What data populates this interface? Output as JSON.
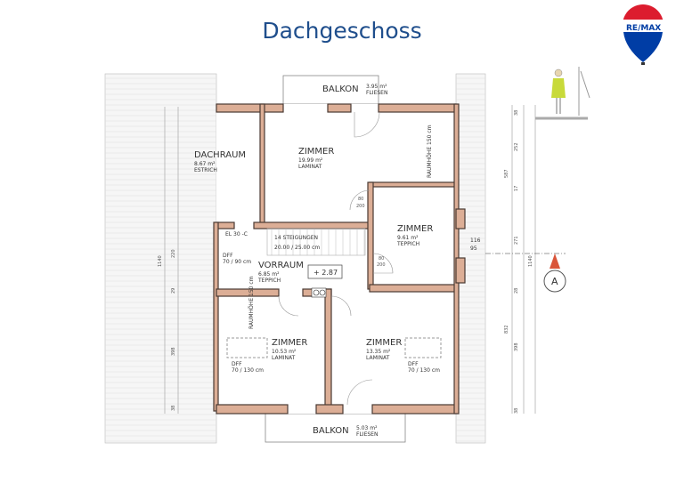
{
  "page": {
    "title": "Dachgeschoss"
  },
  "logo": {
    "text": "RE/MAX",
    "colors": {
      "red": "#dc1c2e",
      "blue": "#003da5"
    }
  },
  "rooms": [
    {
      "name": "DACHRAUM",
      "area": "8.67 m²",
      "floor": "ESTRICH"
    },
    {
      "name": "ZIMMER",
      "area": "19.99 m²",
      "floor": "LAMINAT"
    },
    {
      "name": "ZIMMER",
      "area": "9.61 m²",
      "floor": "TEPPICH"
    },
    {
      "name": "VORRAUM",
      "area": "6.85 m²",
      "floor": "TEPPICH"
    },
    {
      "name": "ZIMMER",
      "area": "10.53 m²",
      "floor": "LAMINAT"
    },
    {
      "name": "ZIMMER",
      "area": "13.35 m²",
      "floor": "LAMINAT"
    },
    {
      "name": "BALKON",
      "area": "3.95 m²",
      "floor": "FLIESEN"
    },
    {
      "name": "BALKON",
      "area": "5.03 m²",
      "floor": "FLIESEN"
    }
  ],
  "annotations": {
    "stairs1": "14 STEIGUNGEN",
    "stairs2": "20.00 / 25.00 cm",
    "level": "+ 2.87",
    "dff1": "DFF",
    "dff1_size": "70 / 90 cm",
    "dff2": "DFF",
    "dff2_size": "70 / 130 cm",
    "dff3": "DFF",
    "dff3_size": "70 / 130 cm",
    "raumhoehe": "RAUMHÖHE 150 cm",
    "door": "80",
    "door_h": "200",
    "section": "A",
    "ez": "EL 30 -C"
  },
  "dimensions": {
    "right": [
      "38",
      "252",
      "17",
      "271",
      "116",
      "95",
      "1140",
      "587",
      "832",
      "28",
      "398",
      "38"
    ],
    "left": [
      "1140",
      "220",
      "29",
      "398",
      "38"
    ]
  },
  "colors": {
    "wall": "#dcae96",
    "title": "#1f4e8c",
    "section_marker": "#d9553a"
  }
}
